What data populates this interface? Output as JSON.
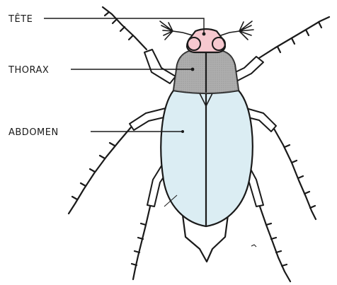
{
  "labels": {
    "head": "TÊTE",
    "thorax": "THORAX",
    "abdomen": "ABDOMEN"
  },
  "colors": {
    "head": "#f6c8cf",
    "thorax": "#a9a9a9",
    "abdomen": "#dbedf3",
    "outline": "#1a1a1a",
    "label_text": "#1a1a1a"
  }
}
